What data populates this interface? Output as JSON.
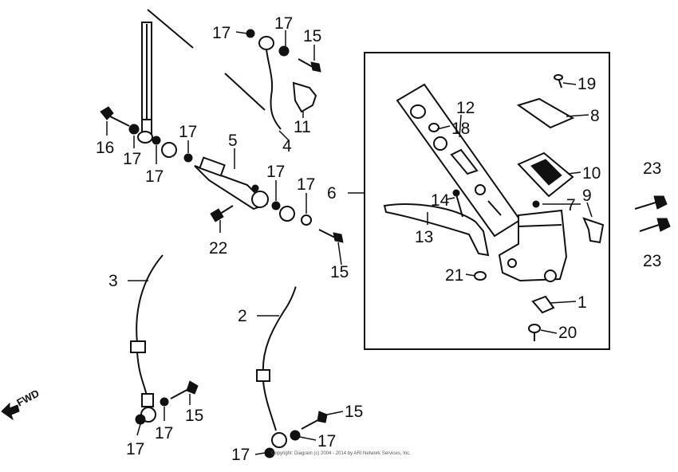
{
  "diagram": {
    "callouts": [
      {
        "id": "c1",
        "text": "1"
      },
      {
        "id": "c2",
        "text": "2"
      },
      {
        "id": "c3",
        "text": "3"
      },
      {
        "id": "c4",
        "text": "4"
      },
      {
        "id": "c5",
        "text": "5"
      },
      {
        "id": "c6",
        "text": "6"
      },
      {
        "id": "c7",
        "text": "7"
      },
      {
        "id": "c8",
        "text": "8"
      },
      {
        "id": "c9",
        "text": "9"
      },
      {
        "id": "c10",
        "text": "10"
      },
      {
        "id": "c11",
        "text": "11"
      },
      {
        "id": "c12",
        "text": "12"
      },
      {
        "id": "c13",
        "text": "13"
      },
      {
        "id": "c14",
        "text": "14"
      },
      {
        "id": "c15a",
        "text": "15"
      },
      {
        "id": "c15b",
        "text": "15"
      },
      {
        "id": "c15c",
        "text": "15"
      },
      {
        "id": "c15d",
        "text": "15"
      },
      {
        "id": "c16",
        "text": "16"
      },
      {
        "id": "c17a",
        "text": "17"
      },
      {
        "id": "c17b",
        "text": "17"
      },
      {
        "id": "c17c",
        "text": "17"
      },
      {
        "id": "c17d",
        "text": "17"
      },
      {
        "id": "c17e",
        "text": "17"
      },
      {
        "id": "c17f",
        "text": "17"
      },
      {
        "id": "c17g",
        "text": "17"
      },
      {
        "id": "c17h",
        "text": "17"
      },
      {
        "id": "c17i",
        "text": "17"
      },
      {
        "id": "c17j",
        "text": "17"
      },
      {
        "id": "c17k",
        "text": "17"
      },
      {
        "id": "c18",
        "text": "18"
      },
      {
        "id": "c19",
        "text": "19"
      },
      {
        "id": "c20",
        "text": "20"
      },
      {
        "id": "c21",
        "text": "21"
      },
      {
        "id": "c22",
        "text": "22"
      },
      {
        "id": "c23a",
        "text": "23"
      },
      {
        "id": "c23b",
        "text": "23"
      }
    ],
    "direction_label": "FWD",
    "copyright": "Copyright: Diagram (c) 2004 - 2014 by ARI Network Services, Inc."
  }
}
